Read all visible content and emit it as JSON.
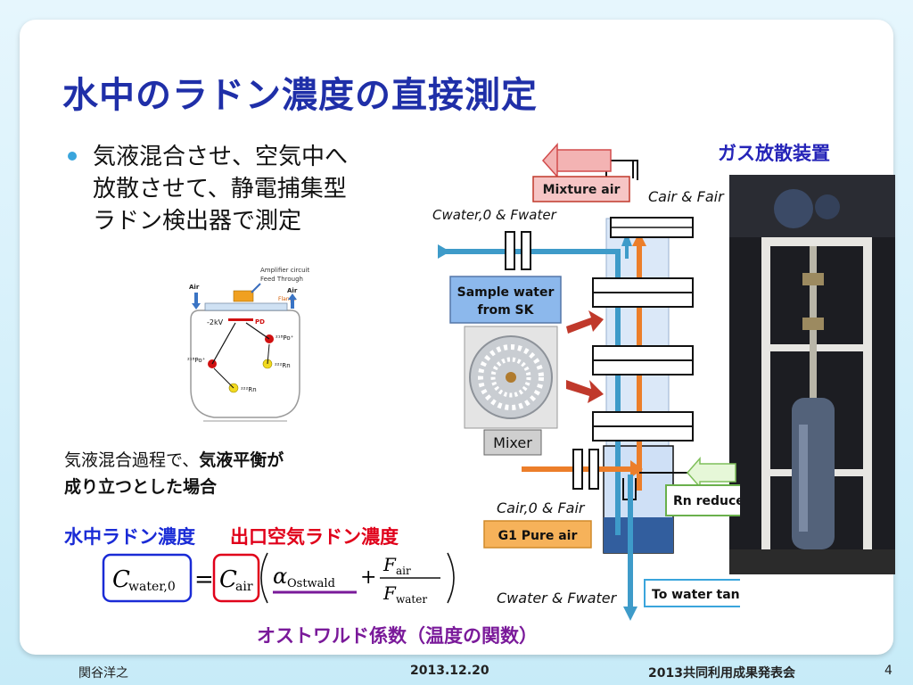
{
  "slide": {
    "title": "水中のラドン濃度の直接測定",
    "bullet_lines": [
      "気液混合させ、空気中へ",
      "放散させて、静電捕集型",
      "ラドン検出器で測定"
    ],
    "condition_line1_normal": "気液混合過程で、",
    "condition_line1_bold": "気液平衡が",
    "condition_line2_bold": "成り立つとした場合",
    "label_water_radon": "水中ラドン濃度",
    "label_outlet_radon": "出口空気ラドン濃度",
    "label_ostwald": "オストワルド係数（温度の関数）",
    "label_gas_device": "ガス放散装置",
    "page_number": "4"
  },
  "detector": {
    "label_amp": "Amplifier circuit",
    "label_feed": "Feed Through",
    "label_air_left": "Air",
    "label_air_right": "Air",
    "label_flange": "Flange",
    "label_hv": "-2kV",
    "label_pd": "PD",
    "ion_right": "²¹⁸Po⁺",
    "ion_left": "²¹⁸Po⁺",
    "rn_right": "²²²Rn",
    "rn_bottom": "²²²Rn"
  },
  "equation": {
    "lhs": "C",
    "lhs_sub": "water,0",
    "eq": "=",
    "c_air": "C",
    "c_air_sub": "air",
    "alpha": "α",
    "alpha_sub": "Ostwald",
    "plus": "+",
    "num": "F",
    "num_sub": "air",
    "den": "F",
    "den_sub": "water"
  },
  "apparatus": {
    "mixture_air": "Mixture air",
    "c_air_f_air": "Cair & Fair",
    "c_water0_f_water": "Cwater,0 & Fwater",
    "sample_water": "Sample water",
    "from_sk": "from SK",
    "mixer": "Mixer",
    "c_air0_f_air": "Cair,0 & Fair",
    "g1_pure_air": "G1 Pure air",
    "rn_reduced_air": "Rn reduced air",
    "c_water_f_water": "Cwater & Fwater",
    "to_water_tank": "To water tank"
  },
  "footer": {
    "author": "関谷洋之",
    "date": "2013.12.20",
    "event": "2013共同利用成果発表会"
  },
  "colors": {
    "title": "#1f2fa8",
    "bullet": "#3aa5dc",
    "water_label": "#1a2bd6",
    "outlet_label": "#e0001a",
    "ostwald_label": "#7a1a9a",
    "pipe_blue": "#3e9bc9",
    "pipe_orange": "#ec7e2a",
    "arrow_red": "#c0392b"
  }
}
